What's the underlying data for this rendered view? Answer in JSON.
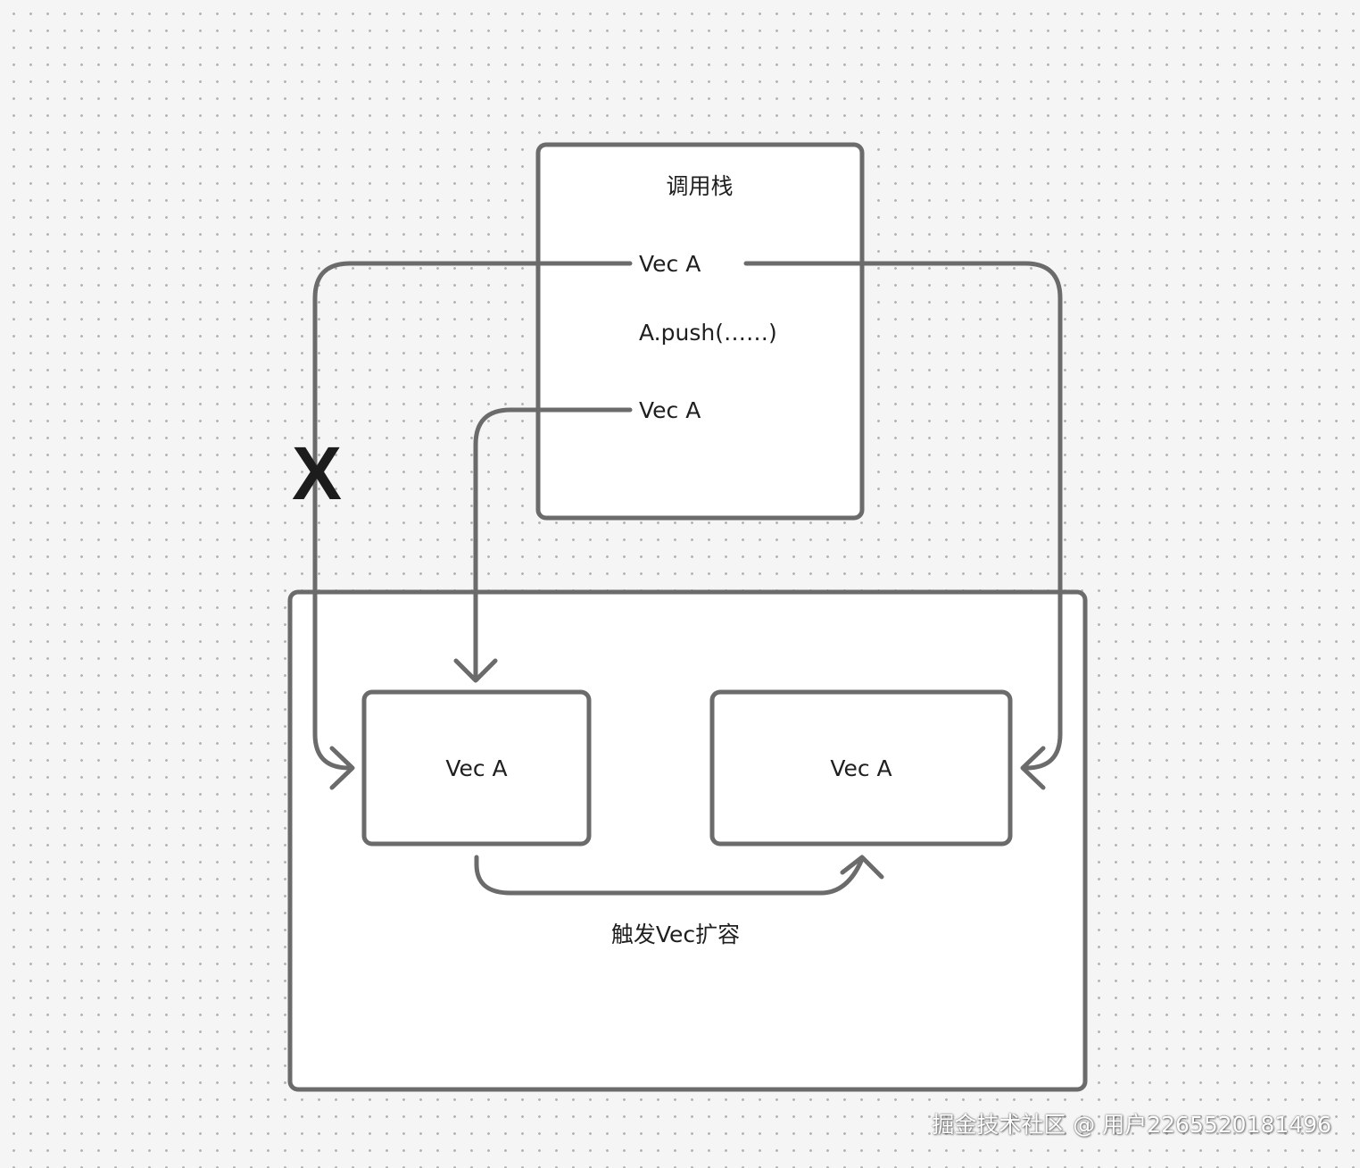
{
  "diagram": {
    "call_stack": {
      "title": "调用栈",
      "var_top": "Vec A",
      "push_call": "A.push(……)",
      "var_bottom": "Vec A"
    },
    "heap": {
      "old_vec": "Vec A",
      "new_vec": "Vec A",
      "resize_label": "触发Vec扩容"
    },
    "invalid_mark": "X"
  },
  "watermark": "掘金技术社区 @ 用户2265520181496",
  "colors": {
    "stroke": "#6b6b6b",
    "box_fill": "#ffffff",
    "text": "#1f1f1f",
    "background": "#f5f5f5"
  }
}
